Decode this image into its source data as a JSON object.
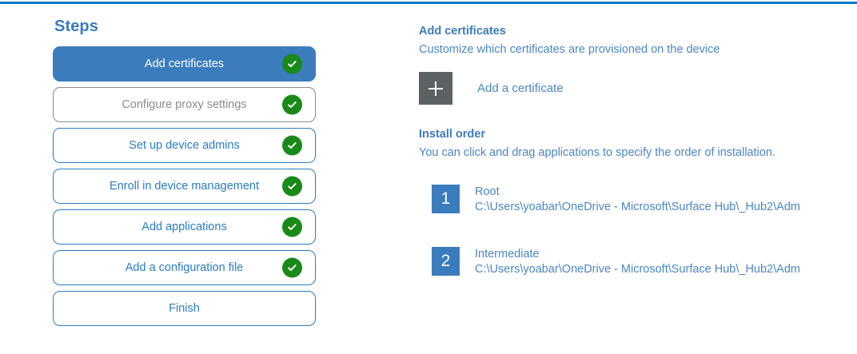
{
  "theme": {
    "accent_blue": "#0078c8",
    "primary_blue": "#3b7cbd",
    "link_blue": "#4a87c4",
    "muted_gray": "#8b8b8b",
    "tile_gray": "#5c6164",
    "check_green": "#188a18"
  },
  "steps_panel": {
    "heading": "Steps",
    "items": [
      {
        "label": "Add certificates",
        "state": "active",
        "completed": true
      },
      {
        "label": "Configure proxy settings",
        "state": "muted",
        "completed": true
      },
      {
        "label": "Set up device admins",
        "state": "default",
        "completed": true
      },
      {
        "label": "Enroll in device management",
        "state": "default",
        "completed": true
      },
      {
        "label": "Add applications",
        "state": "default",
        "completed": true
      },
      {
        "label": "Add a configuration file",
        "state": "default",
        "completed": true
      },
      {
        "label": "Finish",
        "state": "default",
        "completed": false
      }
    ]
  },
  "detail": {
    "heading": "Add certificates",
    "subtext": "Customize which certificates are provisioned on the device",
    "add_certificate_label": "Add a certificate",
    "add_certificate_icon": "plus-icon",
    "install_order": {
      "heading": "Install order",
      "subtext": "You can click and drag applications to specify the order of installation.",
      "items": [
        {
          "number": "1",
          "name": "Root",
          "path": "C:\\Users\\yoabar\\OneDrive - Microsoft\\Surface Hub\\_Hub2\\Adm"
        },
        {
          "number": "2",
          "name": "Intermediate",
          "path": "C:\\Users\\yoabar\\OneDrive - Microsoft\\Surface Hub\\_Hub2\\Adm"
        }
      ]
    }
  }
}
